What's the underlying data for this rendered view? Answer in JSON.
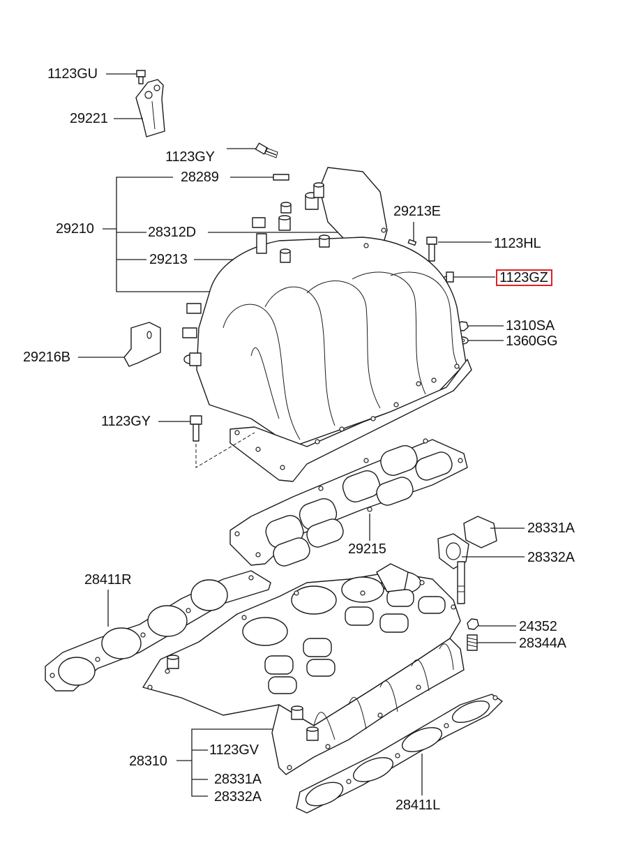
{
  "diagram": {
    "highlight_color": "#e02020",
    "labels": {
      "l_1123GU": "1123GU",
      "l_29221": "29221",
      "l_1123GY_top": "1123GY",
      "l_28289": "28289",
      "l_29210": "29210",
      "l_28312D": "28312D",
      "l_29213": "29213",
      "l_29213E": "29213E",
      "l_1123HL": "1123HL",
      "l_1123GZ": "1123GZ",
      "l_1310SA": "1310SA",
      "l_1360GG": "1360GG",
      "l_29216B": "29216B",
      "l_1123GY_mid": "1123GY",
      "l_29215": "29215",
      "l_28331A_right": "28331A",
      "l_28332A_right": "28332A",
      "l_28411R": "28411R",
      "l_24352": "24352",
      "l_28344A": "28344A",
      "l_28310": "28310",
      "l_1123GV": "1123GV",
      "l_28331A_bottom": "28331A",
      "l_28332A_bottom": "28332A",
      "l_28411L": "28411L"
    }
  }
}
